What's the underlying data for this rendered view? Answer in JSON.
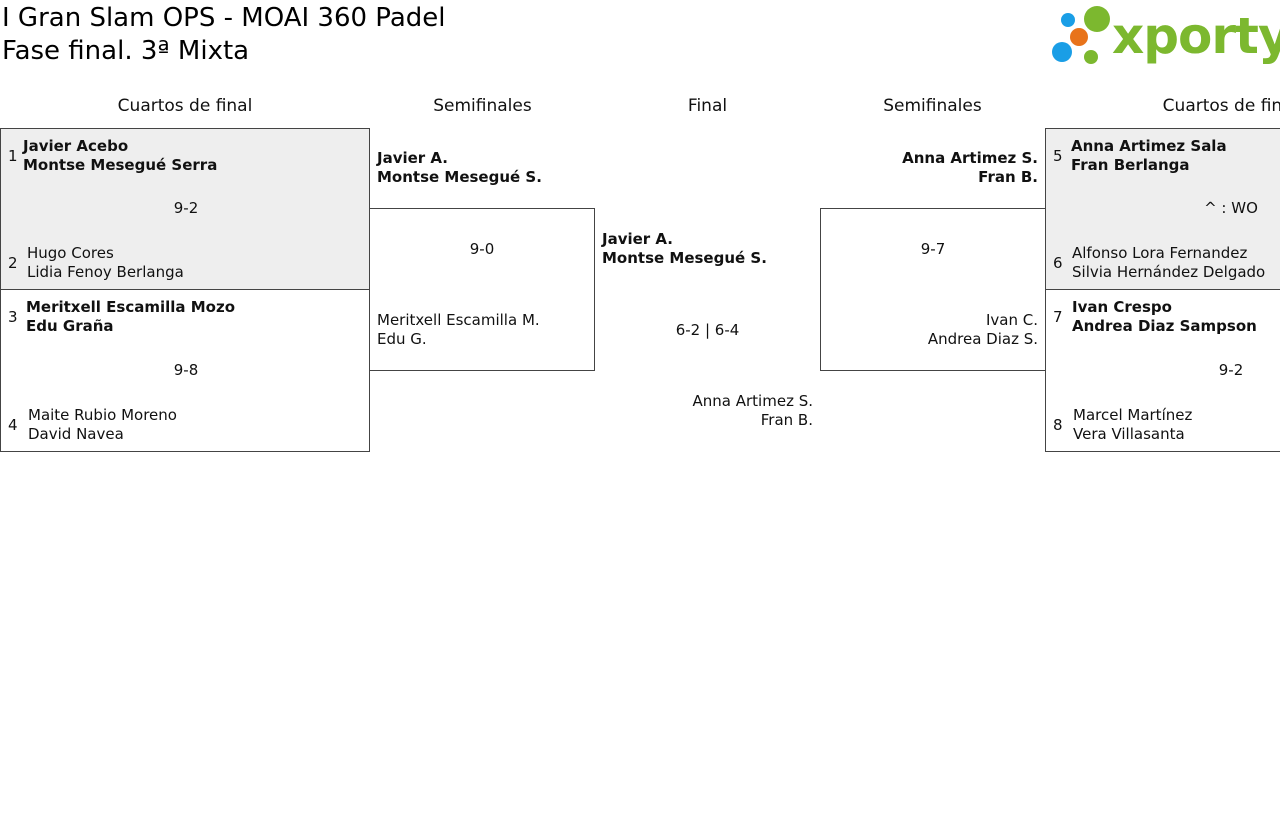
{
  "header": {
    "title_line1": "I Gran Slam OPS - MOAI 360 Padel",
    "title_line2": "Fase final. 3ª Mixta",
    "logo_text": "xporty"
  },
  "rounds": {
    "qf_left": "Cuartos de final",
    "sf_left": "Semifinales",
    "final": "Final",
    "sf_right": "Semifinales",
    "qf_right": "Cuartos de final"
  },
  "qf_left": [
    {
      "top_seed": "1",
      "top_p1": "Javier Acebo",
      "top_p2": "Montse Mesegué Serra",
      "score": "9-2",
      "bot_seed": "2",
      "bot_p1": "Hugo Cores",
      "bot_p2": "Lidia Fenoy Berlanga"
    },
    {
      "top_seed": "3",
      "top_p1": "Meritxell Escamilla Mozo",
      "top_p2": "Edu Graña",
      "score": "9-8",
      "bot_seed": "4",
      "bot_p1": "Maite Rubio Moreno",
      "bot_p2": "David Navea"
    }
  ],
  "sf_left": {
    "top_p1": "Javier A.",
    "top_p2": "Montse Mesegué S.",
    "score": "9-0",
    "bot_p1": "Meritxell Escamilla M.",
    "bot_p2": "Edu G."
  },
  "final": {
    "top_p1": "Javier A.",
    "top_p2": "Montse Mesegué S.",
    "score": "6-2 | 6-4",
    "bot_p1": "Anna Artimez S.",
    "bot_p2": "Fran B."
  },
  "sf_right": {
    "top_p1": "Anna Artimez S.",
    "top_p2": "Fran B.",
    "score": "9-7",
    "bot_p1": "Ivan C.",
    "bot_p2": "Andrea Diaz S."
  },
  "qf_right": [
    {
      "top_seed": "5",
      "top_p1": "Anna Artimez Sala",
      "top_p2": "Fran Berlanga",
      "score": "^ : WO",
      "bot_seed": "6",
      "bot_p1": "Alfonso Lora Fernandez",
      "bot_p2": "Silvia Hernández Delgado"
    },
    {
      "top_seed": "7",
      "top_p1": "Ivan Crespo",
      "top_p2": "Andrea Diaz Sampson",
      "score": "9-2",
      "bot_seed": "8",
      "bot_p1": "Marcel Martínez",
      "bot_p2": "Vera Villasanta"
    }
  ],
  "colors": {
    "logo_green": "#7cb82f",
    "logo_blue": "#1a9ee6",
    "logo_orange": "#e8731b",
    "winner_shade": "#eeeeee"
  }
}
